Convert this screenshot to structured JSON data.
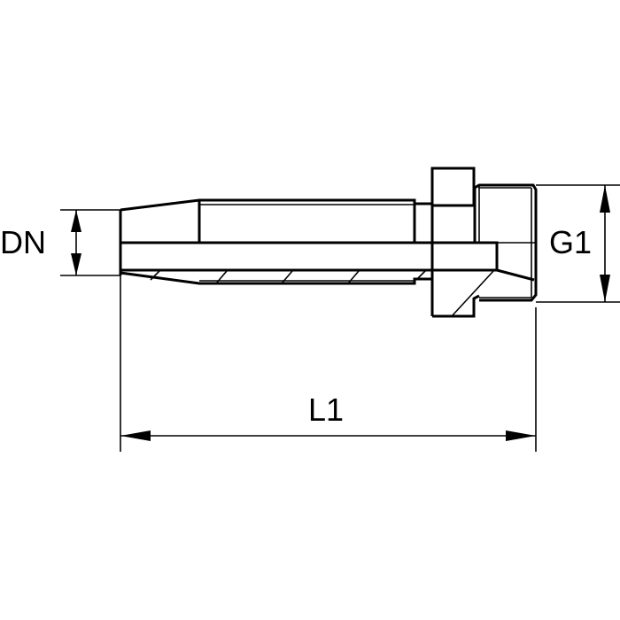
{
  "drawing": {
    "labels": {
      "dn": "DN",
      "g1": "G1",
      "l1": "L1"
    },
    "colors": {
      "line": "#000000",
      "background": "#ffffff"
    }
  }
}
